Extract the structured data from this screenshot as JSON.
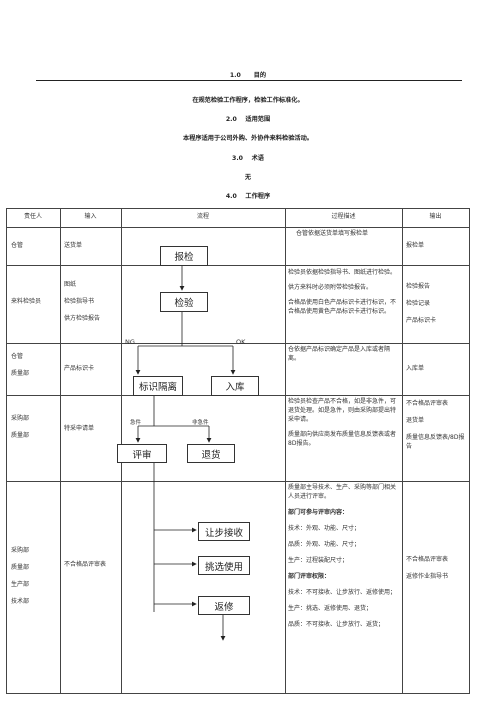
{
  "sections": {
    "s1_title": "1.0      目的",
    "s1_body": "在规范检验工作程序，检验工作标准化。",
    "s2_title": "2.0    适用范围",
    "s2_body": "本程序适用于公司外购、外协件来料检验活动。",
    "s3_title": "3.0    术语",
    "s3_body": "无",
    "s4_title": "4.0    工作程序"
  },
  "table": {
    "headers": [
      "责任人",
      "输入",
      "流程",
      "过程描述",
      "输出"
    ],
    "rows": [
      {
        "responsible": [
          "仓管"
        ],
        "input": [
          "送货单"
        ],
        "description": [
          "仓管依据送货单填写报检单"
        ],
        "output": [
          "报检单"
        ]
      },
      {
        "responsible": [
          "来料检验员"
        ],
        "input": [
          "图纸",
          "检验指导书",
          "供方检验报告"
        ],
        "description": [
          "检验员依据检验指导书、图纸进行检验。",
          "供方来料时必须附带检验报告。",
          "合格品使用白色产品标识卡进行标识，不合格品使用黄色产品标识卡进行标识。"
        ],
        "output": [
          "检验报告",
          "检验记录",
          "产品标识卡"
        ]
      },
      {
        "responsible": [
          "仓管",
          "质量部"
        ],
        "input": [
          "产品标识卡"
        ],
        "description": [
          "仓依据产品标识确定产品是入库或者隔离。"
        ],
        "output": [
          "入库单"
        ]
      },
      {
        "responsible": [
          "采购部",
          "质量部"
        ],
        "input": [
          "特采申请单"
        ],
        "description": [
          "检验员检查产品不合格，如是非急件，可退货处理。如是急件，则由采购部提出特采申请。",
          "质量部向供应商发布质量信息反馈表或者8D报告。"
        ],
        "output": [
          "不合格品评审表",
          "退货单",
          "质量信息反馈表/8D报告"
        ]
      },
      {
        "responsible": [
          "采购部",
          "质量部",
          "生产部",
          "技术部"
        ],
        "input": [
          "不合格品评审表"
        ],
        "description": [
          "质量部主导技术、生产、采购等部门相关人员进行评审。",
          "部门可参与评审内容：",
          "技术：外观、功能、尺寸；",
          "品质：外观、功能、尺寸；",
          "生产：过程装配尺寸；",
          "部门评审权限：",
          "技术：不可接收、让步放行、返修使用；",
          "生产：挑选、返修使用、退货；",
          "品质：不可接收、让步放行、返货；"
        ],
        "output": [
          "不合格品评审表",
          "返修作业指导书"
        ]
      }
    ]
  },
  "flow": {
    "inspection_request": "报检",
    "inspection": "检验",
    "ng": "NG",
    "ok": "OK",
    "isolation": "标识隔离",
    "warehousing": "入库",
    "urgent": "急件",
    "non_urgent": "非急件",
    "review": "评审",
    "return_goods": "退货",
    "concession": "让步接收",
    "sorting": "挑选使用",
    "rework": "返修"
  }
}
